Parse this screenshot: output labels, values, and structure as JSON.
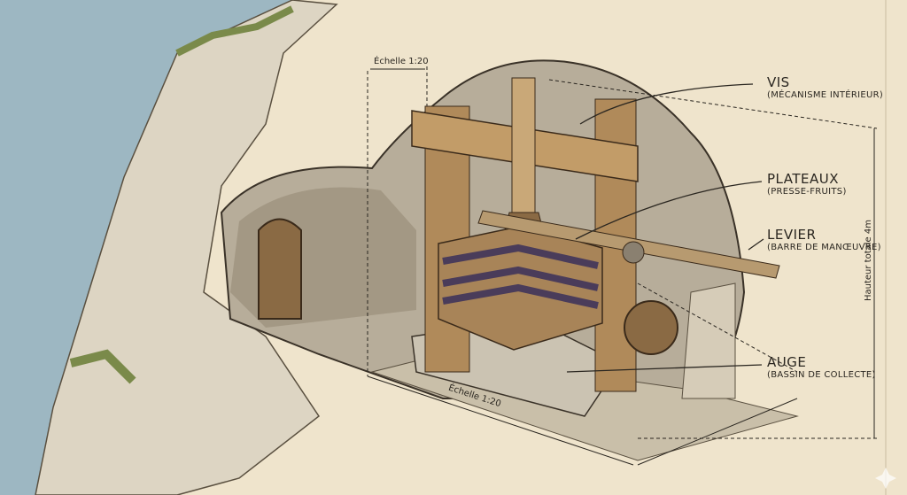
{
  "labels": [
    {
      "title": "VIS",
      "subtitle": "(MÉCANISME INTÉRIEUR)"
    },
    {
      "title": "PLATEAUX",
      "subtitle": "(PRESSE-FRUITS)"
    },
    {
      "title": "LEVIER",
      "subtitle": "(BARRE DE MANŒUVRE)"
    },
    {
      "title": "AUGE",
      "subtitle": "(BASSIN DE COLLECTE)"
    }
  ],
  "scale_top": "Échelle 1:20",
  "scale_bottom": "Échelle 1:20",
  "height_note": "Hauteur totale 4m",
  "colors": {
    "paper": "#efe4cc",
    "sea": "#9db7c2",
    "rock": "#d9d0bd",
    "wood": "#b08a5a",
    "ink": "#2a2620"
  }
}
